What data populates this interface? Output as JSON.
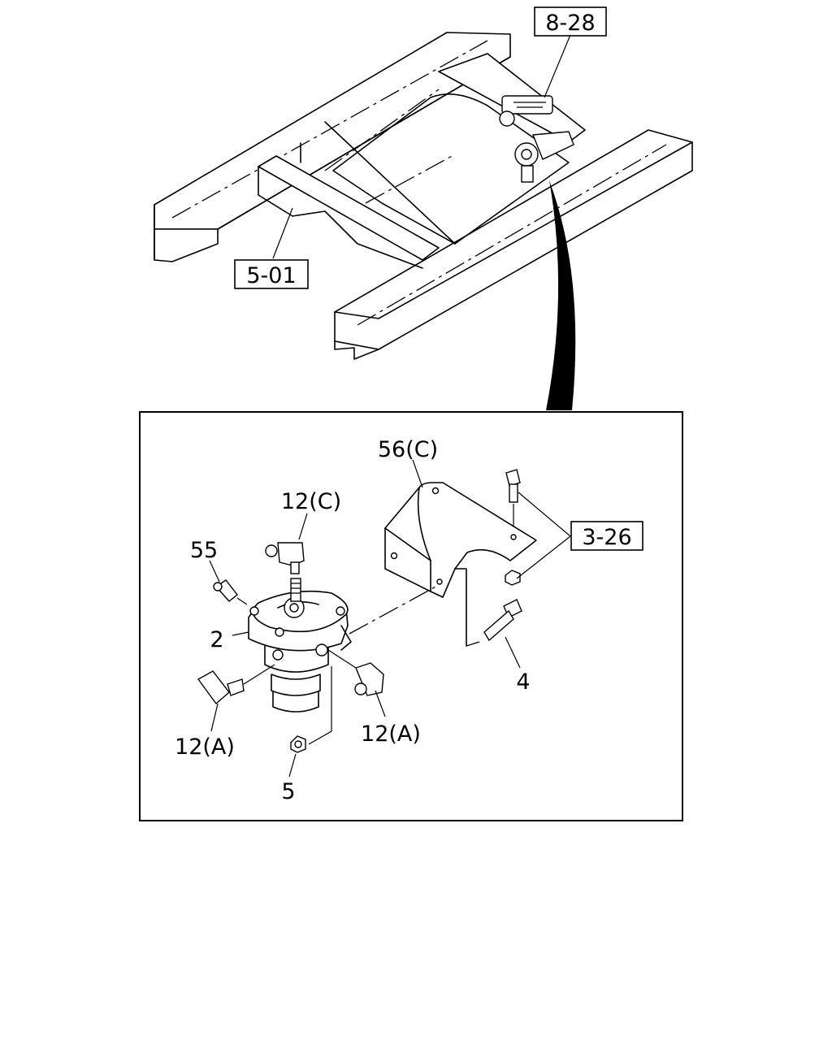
{
  "callouts": {
    "ref_8_28": "8-28",
    "ref_5_01": "5-01",
    "ref_3_26": "3-26",
    "part_56c": "56(C)",
    "part_12c": "12(C)",
    "part_55": "55",
    "part_2": "2",
    "part_4": "4",
    "part_12a_left": "12(A)",
    "part_12a_right": "12(A)",
    "part_5": "5"
  }
}
